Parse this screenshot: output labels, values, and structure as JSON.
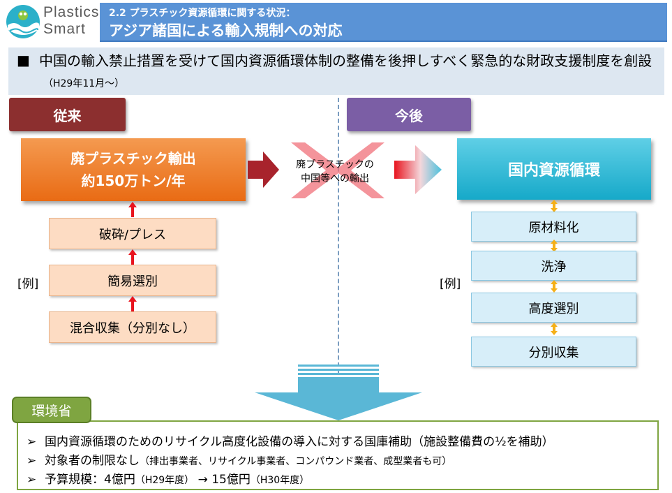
{
  "logo": {
    "line1": "Plastics",
    "line2": "Smart",
    "icon": "plastics-smart-logo"
  },
  "header": {
    "subtitle": "2.2 プラスチック資源循環に関する状況：",
    "title": "アジア諸国による輸入規制への対応"
  },
  "lead": {
    "bullet": "■",
    "text": "中国の輸入禁止措置を受けて国内資源循環体制の整備を後押しすべく緊急的な財政支援制度を創設",
    "note": "（H29年11月～）"
  },
  "before": {
    "tab": "従来",
    "main_line1": "廃プラスチック輸出",
    "main_line2": "約150万トン/年",
    "example_label": "[例]",
    "steps": [
      "破砕/プレス",
      "簡易選別",
      "混合収集（分別なし）"
    ]
  },
  "middle": {
    "crossed_label_line1": "廃プラスチックの",
    "crossed_label_line2": "中国等への輸出"
  },
  "after": {
    "tab": "今後",
    "main": "国内資源循環",
    "example_label": "[例]",
    "steps": [
      "原材料化",
      "洗浄",
      "高度選別",
      "分別収集"
    ]
  },
  "ministry": {
    "tab": "環境省",
    "bullet": "➢",
    "items": [
      {
        "main": "国内資源循環のためのリサイクル高度化設備の導入に対する国庫補助（施設整備費の½を補助）",
        "note": ""
      },
      {
        "main": "対象者の制限なし",
        "note": "（排出事業者、リサイクル事業者、コンパウンド業者、成型業者も可）"
      },
      {
        "main": "予算規模：4億円",
        "note": "（H29年度）",
        "arrow": "→",
        "main2": "15億円",
        "note2": "（H30年度）"
      }
    ]
  },
  "colors": {
    "header": "#5a93d6",
    "before_tab": "#8c2f2f",
    "after_tab": "#7b5ea5",
    "export_box": "#e96b14",
    "domestic_box": "#16a9c9",
    "ministry": "#7fa541"
  }
}
